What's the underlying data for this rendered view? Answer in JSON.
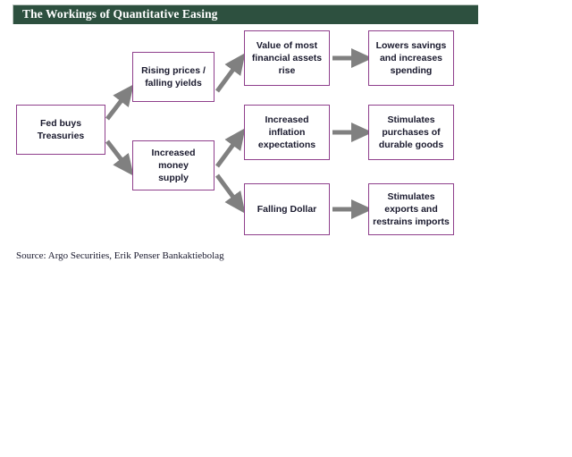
{
  "header": {
    "title": "The Workings of Quantitative Easing",
    "bar_color": "#2d503f",
    "title_color": "#ffffff"
  },
  "theme": {
    "box_border_color": "#8f3f8c",
    "box_fill_color": "#ffffff",
    "arrow_color": "#808080",
    "text_color": "#1a1a2e",
    "page_background": "#ffffff"
  },
  "diagram": {
    "type": "flowchart",
    "orientation": "left-to-right",
    "nodes": [
      {
        "id": "fed",
        "label": "Fed buys\nTreasuries",
        "column": 1,
        "row": 1
      },
      {
        "id": "rising",
        "label": "Rising prices /\nfalling yields",
        "column": 2,
        "row": 1
      },
      {
        "id": "money",
        "label": "Increased money\nsupply",
        "column": 2,
        "row": 2
      },
      {
        "id": "assets",
        "label": "Value of most\nfinancial assets\nrise",
        "column": 3,
        "row": 1
      },
      {
        "id": "inflation",
        "label": "Increased\ninflation\nexpectations",
        "column": 3,
        "row": 2
      },
      {
        "id": "dollar",
        "label": "Falling Dollar",
        "column": 3,
        "row": 3
      },
      {
        "id": "savings",
        "label": "Lowers savings\nand increases\nspending",
        "column": 4,
        "row": 1
      },
      {
        "id": "durable",
        "label": "Stimulates\npurchases of\ndurable goods",
        "column": 4,
        "row": 2
      },
      {
        "id": "exports",
        "label": "Stimulates\nexports and\nrestrains imports",
        "column": 4,
        "row": 3
      }
    ],
    "edges": [
      {
        "from": "fed",
        "to": "rising",
        "style": "diagonal-up"
      },
      {
        "from": "fed",
        "to": "money",
        "style": "diagonal-down"
      },
      {
        "from": "rising",
        "to": "assets",
        "style": "diagonal-up"
      },
      {
        "from": "money",
        "to": "inflation",
        "style": "diagonal-up"
      },
      {
        "from": "money",
        "to": "dollar",
        "style": "diagonal-down"
      },
      {
        "from": "assets",
        "to": "savings",
        "style": "horizontal"
      },
      {
        "from": "inflation",
        "to": "durable",
        "style": "horizontal"
      },
      {
        "from": "dollar",
        "to": "exports",
        "style": "horizontal"
      }
    ]
  },
  "footer": {
    "source": "Source: Argo Securities, Erik Penser Bankaktiebolag"
  }
}
